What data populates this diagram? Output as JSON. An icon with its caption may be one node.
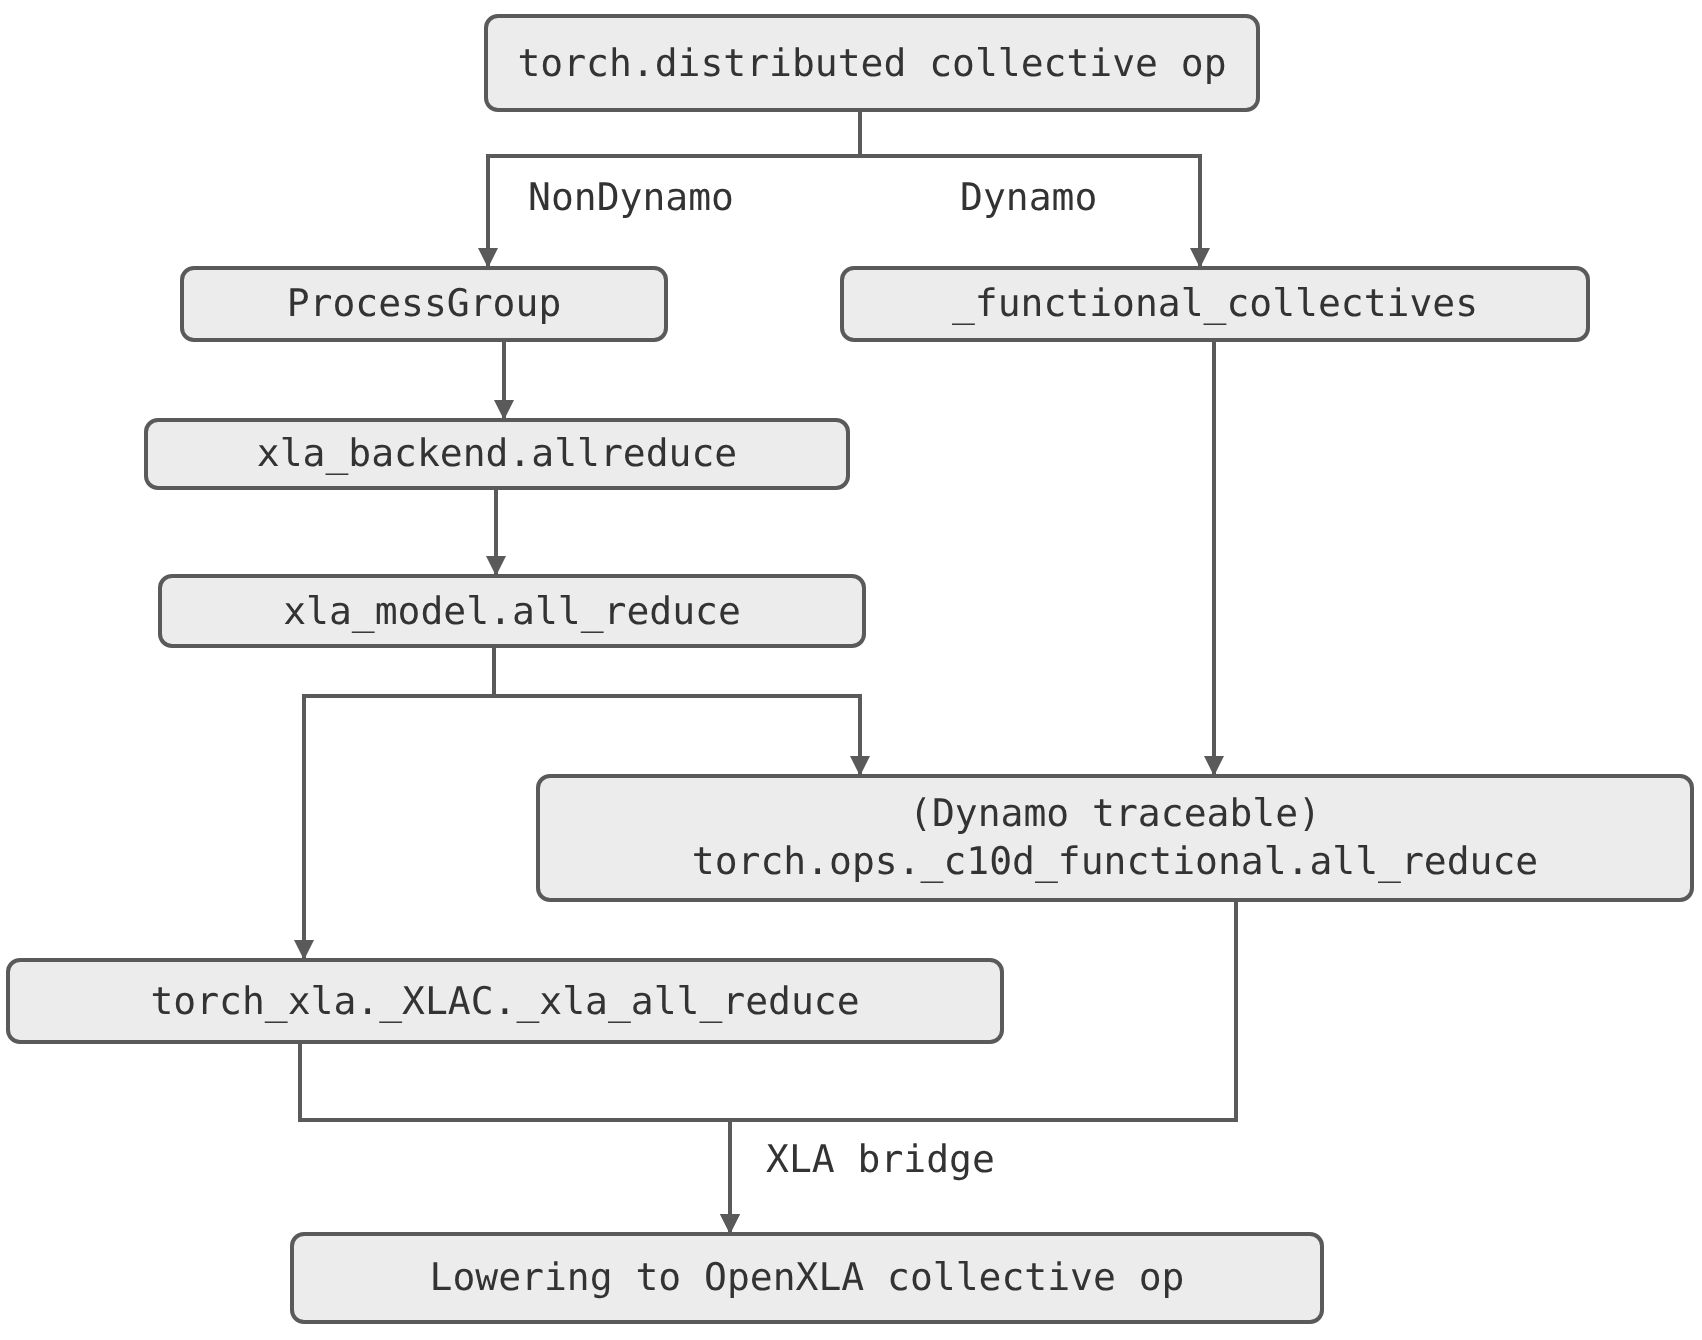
{
  "diagram": {
    "nodes": [
      {
        "text": [
          "torch.distributed collective op"
        ]
      },
      {
        "text": [
          "ProcessGroup"
        ]
      },
      {
        "text": [
          "_functional_collectives"
        ]
      },
      {
        "text": [
          "xla_backend.allreduce"
        ]
      },
      {
        "text": [
          "xla_model.all_reduce"
        ]
      },
      {
        "text": [
          "(Dynamo traceable)",
          "torch.ops._c10d_functional.all_reduce"
        ]
      },
      {
        "text": [
          "torch_xla._XLAC._xla_all_reduce"
        ]
      },
      {
        "text": [
          "Lowering to OpenXLA collective op"
        ]
      }
    ],
    "edges": [
      {
        "from": 0,
        "to": 1,
        "arrow": "to",
        "label": "NonDynamo"
      },
      {
        "from": 0,
        "to": 2,
        "arrow": "to",
        "label": "Dynamo"
      },
      {
        "from": 1,
        "to": 3,
        "arrow": "to"
      },
      {
        "from": 3,
        "to": 4,
        "arrow": "to"
      },
      {
        "from": 4,
        "to": 5,
        "arrow": "to"
      },
      {
        "from": 4,
        "to": 6,
        "arrow": "to"
      },
      {
        "from": 2,
        "to": 5,
        "arrow": "to"
      },
      {
        "from": 6,
        "to": 7,
        "arrow": "to",
        "label": "XLA bridge"
      },
      {
        "from": 5,
        "to": 7,
        "arrow": "to"
      }
    ]
  }
}
